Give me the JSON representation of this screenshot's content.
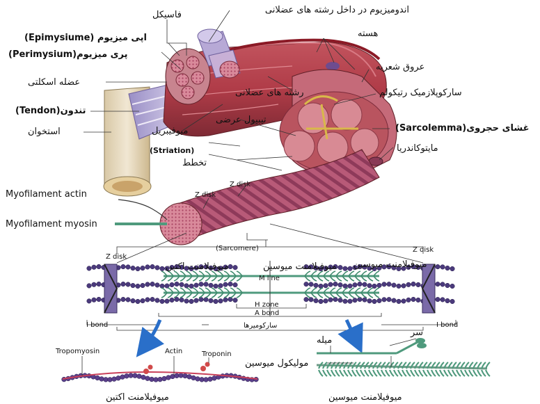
{
  "labels": {
    "fascicle": "فاسیکل",
    "endomysium": "اندومیزیوم در داخل رشته های عضلانی",
    "epimysium": "(Epimysiume) اپی میزیوم",
    "perimysium": "(Perimysium)پری میزیوم",
    "nucleus": "هسته",
    "blood_vessels": "عروق شعریه",
    "skeletal_muscle": "عضله اسکلتی",
    "muscle_fibers": "رشته های عضلانی",
    "sarcoplasmic_reticulum": "سارکوپلازمیک رتیکولم",
    "tendon": "(Tendon)تندون",
    "transverse_tubule": "تیبیول عرضی",
    "sarcolemma": "(Sarcolemma)غشای حجروی",
    "bone": "استخوان",
    "myofibril": "میوفیبریل",
    "mitochondria": "مایتوکاندریا",
    "striation": "(Striation)",
    "striation_fa": "تخطط",
    "z_disk_top": "Z disk",
    "myofilament_actin": "Myofilament actin",
    "myofilament_myosin": "Myofilament  myosin",
    "sarcomere_en": "(Sarcomere)",
    "z_disk_left": "Z disk",
    "z_disk_right": "Z disk",
    "actin_myofilament_fa": "میوفیلامنت اکتین",
    "myosin_myofilament_fa_top": "میوفیلامنت میوسین",
    "myosin_myofilament_fa_top2": "میوفیلامنت میوسین",
    "m_line": "M line",
    "h_zone": "H zone",
    "a_bond": "A bond",
    "i_bond_left": "I bond",
    "i_bond_right": "I bond",
    "sarcomeres_fa": "سارکومیرها",
    "tropomyosin": "Tropomyosin",
    "actin": "Actin",
    "troponin": "Troponin",
    "actin_filament_bottom_fa": "میوفیلامنت اکتین",
    "rod": "میله",
    "head": "سر",
    "myosin_molecule": "مولیکول میوسین",
    "myosin_filament_bottom_fa": "میوفیلامنت میوسین"
  },
  "colors": {
    "muscle": "#b8434f",
    "muscle_light": "#d9707a",
    "fiber_lavender": "#b7a9d6",
    "bone": "#e9dcc4",
    "actin_purple": "#5a3f8a",
    "myosin_green": "#4f9a7d",
    "zdisk": "#7a6aa8",
    "arrow_blue": "#2a6fc9"
  }
}
